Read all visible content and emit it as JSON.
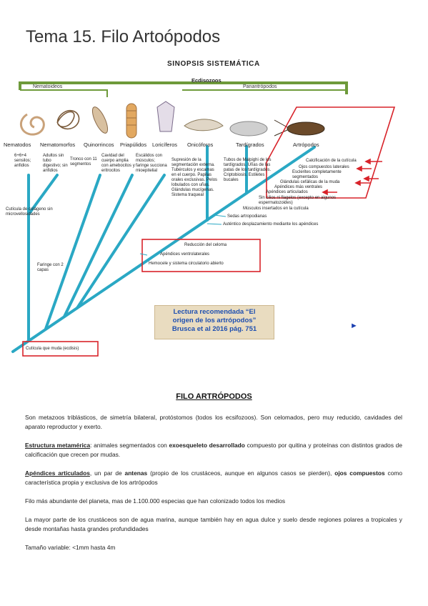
{
  "title": "Tema 15. Filo Artoópodos",
  "figure": {
    "heading": "SINOPSIS SISTEMÁTICA",
    "clade_ecdisozoos": "Ecdisozoos",
    "clade_nematoideos": "Nematoideos",
    "clade_panartropodos": "Panantrópodos",
    "taxa": [
      "Nematodos",
      "Nematomorfos",
      "Quinorrincos",
      "Priapúlidos",
      "Loricíferos",
      "Onicóforos",
      "Tardígrados",
      "Artrópodos"
    ],
    "under_nematodos": "6+6+4 sensilos; anfidios",
    "under_nematomorfos": "Adultos sin tubo digestivo; sin anfidios",
    "under_quinorrincos": "Tronco con 11 segmentos",
    "under_priapulidos": "Cavidad del cuerpo amplia con amebocitos y eritrocitos",
    "under_loriciferos": "Escálidos con músculos; faringe succiona mioepitelial",
    "onicoforos_traits": "Supresión de la segmentación externa. Tubérculos y escamas en el cuerpo. Papilas orales exclusivas. Pelos lobulados con uñas. Glándulas mucígenas. Sistema traqueal",
    "tardigrados_traits": "Tubos de Malpighi de los tardígrados. Uñas de las patas de los tardígrados. Criptobiosis. Estiletes bucales",
    "artropodos_traits": [
      "Calcificación de la cutícula",
      "Ojos compuestos laterales",
      "Esclerites completamente segmentados",
      "Glándulas cefálicas de la muda",
      "Apéndices más ventrales",
      "Apéndices articulados",
      "Sin cilios ni flagelos (excepto en algunos espermatozoides)",
      "Músculos insertados en la cutícula"
    ],
    "node_sedas": "Sedas artropodianas",
    "node_autentico": "Auténtico desplazamiento mediante los apéndices",
    "node_reduccion": "Reducción del celoma",
    "node_apendices": "Apéndices ventrolaterales",
    "node_hemocele": "Hemocele y sistema circulatorio abierto",
    "node_cuticula_colageno": "Cutícula de colágeno sin microvellosidades",
    "node_faringe": "Faringe con 2 capas",
    "node_cuticula_muda": "Cutícula que muda (ecdisis)",
    "recommendation_lines": [
      "Lectura recomendada “El",
      "origen de los artrópodos”",
      "Brusca et al 2016 pág. 751"
    ],
    "play_symbol": "►"
  },
  "section_heading": "FILO ARTRÓPODOS",
  "paragraphs": {
    "p1": "Son metazoos triblásticos, de simetría bilateral, protóstomos (todos los ecsifozoos). Son celomados, pero muy reducido, cavidades del aparato reproductor y exerto.",
    "p2_term": "Estructura metamérica",
    "p2_a": ": animales segmentados con ",
    "p2_b": "exoesqueleto desarrollado",
    "p2_c": " compuesto por quitina y proteínas con distintos grados de calcificación que crecen por mudas.",
    "p3_term": "Apéndices articulados",
    "p3_a": ", un par de ",
    "p3_b": "antenas",
    "p3_c": " (propio de los crustáceos, aunque en algunos casos se pierden), ",
    "p3_d": "ojos compuestos",
    "p3_e": " como característica propia y exclusiva de los artrópodos",
    "p4": "Filo más abundante del planeta, mas de 1.100.000 especias que han colonizado todos los medios",
    "p5": "La mayor parte de los crustáceos son de agua marina, aunque también hay en agua dulce y suelo desde regiones polares a tropicales y desde montañas hasta grandes profundidades",
    "p6": "Tamaño variable: <1mm hasta 4m"
  },
  "colors": {
    "tree": "#2aa8c4",
    "bracket": "#6e9a3a",
    "highlight": "#d8232a",
    "link": "#1e4fb0"
  }
}
